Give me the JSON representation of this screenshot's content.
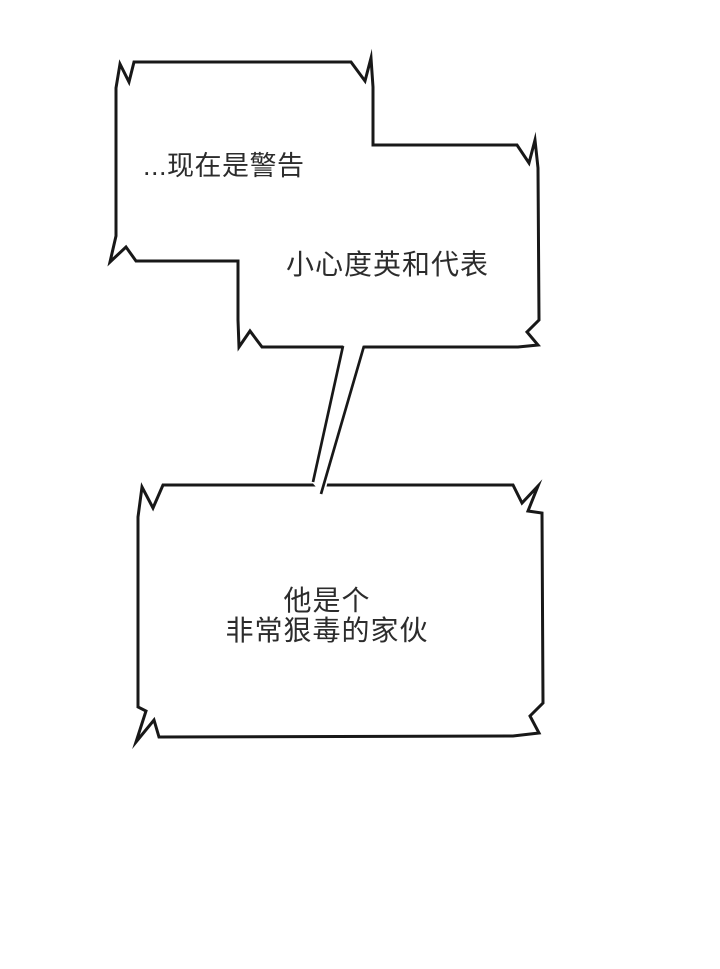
{
  "page": {
    "background": "#ffffff"
  },
  "colors": {
    "outline": "#181818",
    "bubble_fill": "#ffffff",
    "text": "#2c2c2c"
  },
  "bubbles": {
    "top": {
      "line1": "...现在是警告",
      "line2": "小心度英和代表"
    },
    "bottom": {
      "line1": "他是个",
      "line2": "非常狠毒的家伙"
    }
  }
}
